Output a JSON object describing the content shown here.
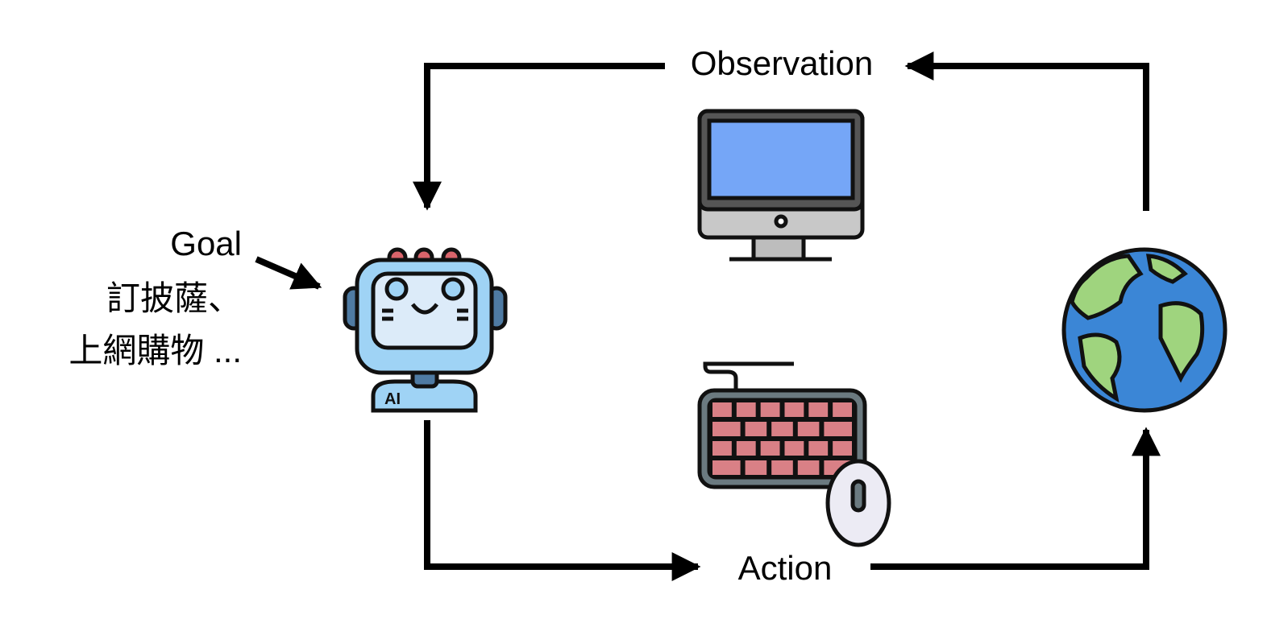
{
  "labels": {
    "observation": "Observation",
    "action": "Action",
    "goal": "Goal",
    "goal_examples_line1": "訂披薩、",
    "goal_examples_line2": "上網購物 ..."
  },
  "icons": {
    "agent": "ai-robot-icon",
    "screen": "desktop-monitor-icon",
    "input": "keyboard-mouse-icon",
    "environment": "earth-globe-icon",
    "robot_label": "AI"
  },
  "colors": {
    "arrow": "#000000",
    "robot_body": "#9fd3f5",
    "robot_face": "#dcebf9",
    "robot_ears": "#4f7ba3",
    "robot_bumps": "#d9646b",
    "monitor_screen": "#75a6f7",
    "monitor_bezel": "#c8c8c8",
    "keyboard_keys": "#d98086",
    "keyboard_frame": "#6b7a80",
    "mouse": "#ecebf4",
    "globe_ocean": "#3b86d6",
    "globe_land": "#9fd47e"
  }
}
